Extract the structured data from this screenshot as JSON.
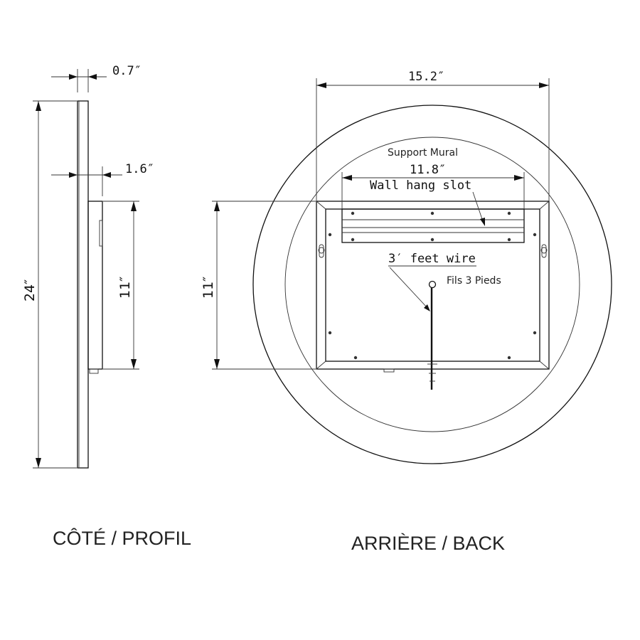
{
  "side_view": {
    "thickness_total": "0.7″",
    "thickness_box": "1.6″",
    "height_total": "24″",
    "height_box": "11″",
    "caption": "CÔTÉ / PROFIL"
  },
  "back_view": {
    "diameter": "15.2″",
    "slot_width": "11.8″",
    "box_height": "11″",
    "support_label": "Support Mural",
    "slot_label": "Wall hang slot",
    "wire_label_en": "3′ feet wire",
    "wire_label_fr": "Fils 3 Pieds",
    "caption": "ARRIÈRE / BACK"
  }
}
